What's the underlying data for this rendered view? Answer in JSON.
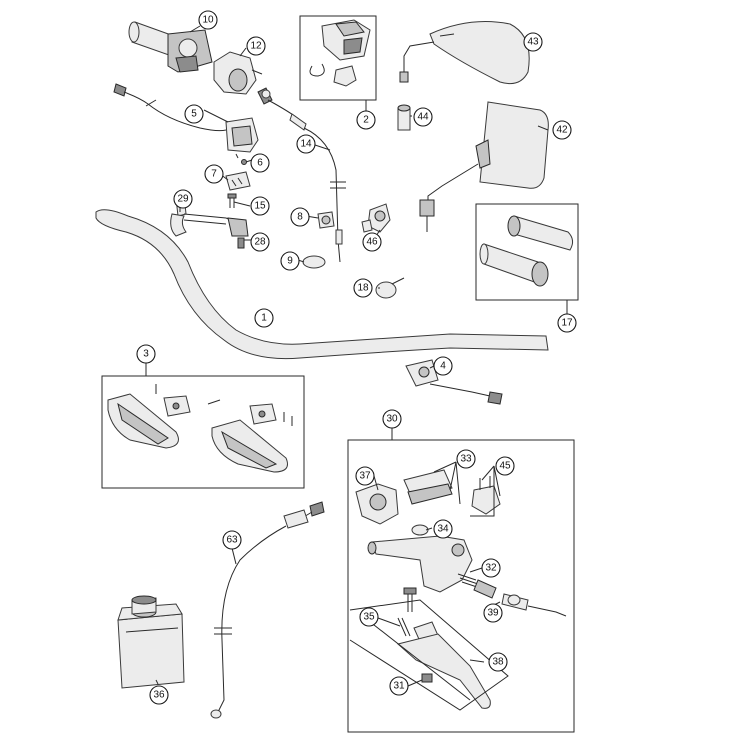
{
  "diagram": {
    "callouts": {
      "c1": "1",
      "c2": "2",
      "c3": "3",
      "c4": "4",
      "c5": "5",
      "c6": "6",
      "c7": "7",
      "c8": "8",
      "c9": "9",
      "c10": "10",
      "c12": "12",
      "c14": "14",
      "c15": "15",
      "c17": "17",
      "c18": "18",
      "c28": "28",
      "c29": "29",
      "c30": "30",
      "c31": "31",
      "c32": "32",
      "c33": "33",
      "c34": "34",
      "c35": "35",
      "c36": "36",
      "c37": "37",
      "c38": "38",
      "c39": "39",
      "c42": "42",
      "c43": "43",
      "c44": "44",
      "c45": "45",
      "c46": "46",
      "c63": "63"
    }
  }
}
